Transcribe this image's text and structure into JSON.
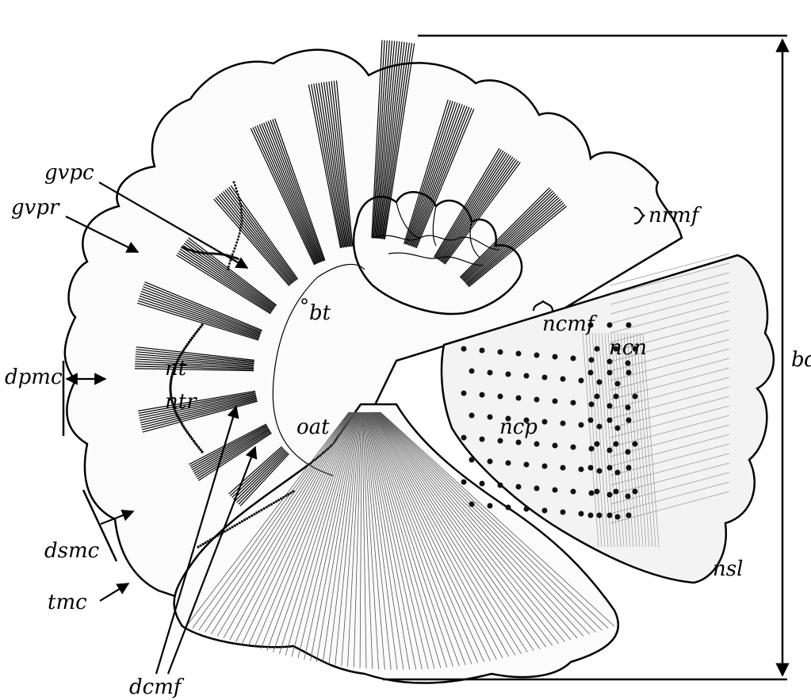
{
  "labels": {
    "gvpc": "gvpc",
    "gvpr": "gvpr",
    "nrmf": "nrmf",
    "ncmf": "ncmf",
    "bt": "bt",
    "ncn": "ncn",
    "bd": "bd",
    "dpmc": "dpmc",
    "nt": "nt",
    "ntr": "ntr",
    "oat": "oat",
    "ncp": "ncp",
    "dsmc": "dsmc",
    "tmc": "tmc",
    "nsl": "nsl",
    "dcmf": "dcmf"
  },
  "colors": {
    "ink": "#000000",
    "paper": "#ffffff"
  }
}
